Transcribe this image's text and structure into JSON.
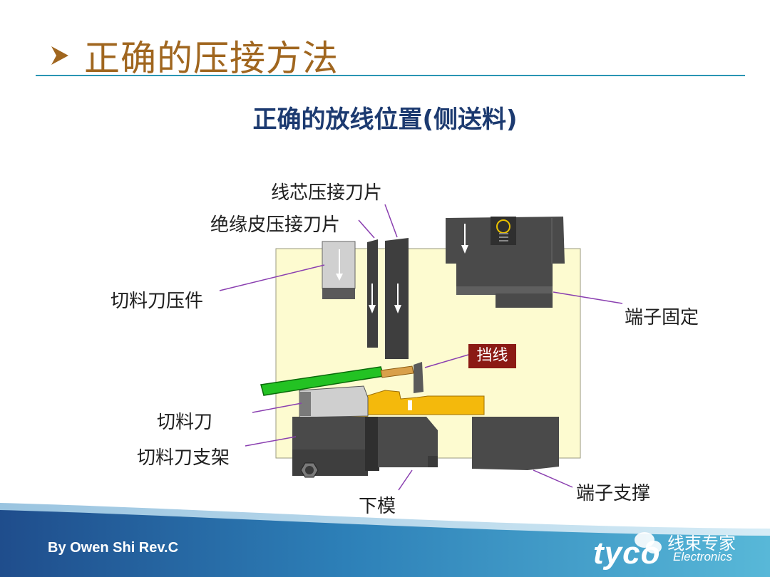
{
  "slide": {
    "heading": "正确的压接方法",
    "subtitle": "正确的放线位置(侧送料)"
  },
  "labels": {
    "core_blade": "线芯压接刀片",
    "insulation_blade": "绝缘皮压接刀片",
    "cutter_press": "切料刀压件",
    "terminal_fix": "端子固定",
    "wire_stop": "挡线",
    "cutter": "切料刀",
    "cutter_holder": "切料刀支架",
    "lower_die": "下模",
    "terminal_support": "端子支撑"
  },
  "footer": {
    "author": "By Owen Shi Rev.C",
    "watermark": "线束专家",
    "logo": "tyco",
    "logo_sub": "Electronics"
  },
  "colors": {
    "heading": "#a0661f",
    "subtitle": "#1c3a70",
    "rule": "#2a95b3",
    "panel": "#fdfbd0",
    "wire": "#23c223",
    "terminal": "#f4b90c",
    "dark_part": "#4a4a4a",
    "callout_line": "#8a3fb0",
    "wire_stop_box": "#8b1a14"
  }
}
